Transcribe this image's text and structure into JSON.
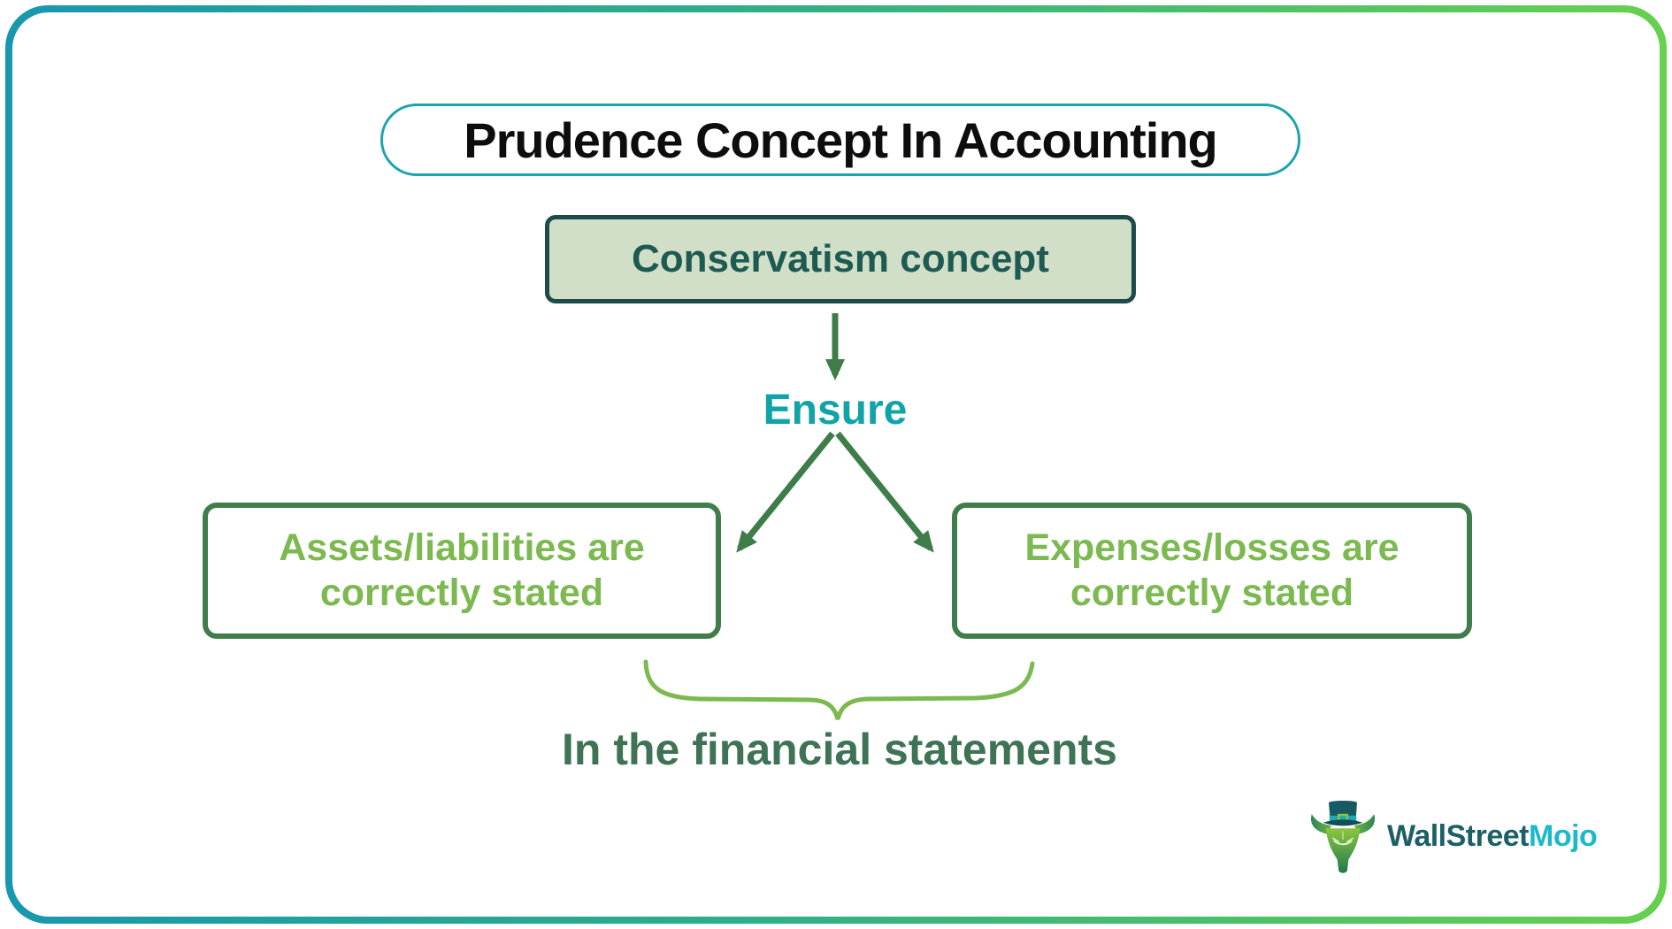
{
  "frame": {
    "gradient_start_color": "#1898AE",
    "gradient_end_color": "#66D14E"
  },
  "title": {
    "text": "Prudence Concept In Accounting",
    "border_color": "#1CA3AF",
    "text_color": "#0d0d0d"
  },
  "diagram": {
    "root_box": {
      "text": "Conservatism concept",
      "fill_color": "#D2DFC8",
      "border_color": "#1B4B4A",
      "text_color": "#1D5A51"
    },
    "ensure_label": {
      "text": "Ensure",
      "color": "#10A3A8"
    },
    "left_box": {
      "line1": "Assets/liabilities are",
      "line2": "correctly stated"
    },
    "right_box": {
      "line1": "Expenses/losses are",
      "line2": "correctly stated"
    },
    "outcome_box_text_color": "#7CB950",
    "outcome_box_border_color": "#3F7D4B",
    "arrow_color": "#3E7D4A",
    "brace_color": "#7CB950",
    "footer_label": {
      "text": "In the financial statements",
      "color": "#3E7355"
    }
  },
  "logo": {
    "part1": "WallStreet",
    "part2": "Mojo",
    "part1_color": "#1D5F66",
    "part2_color": "#1CB9C8"
  }
}
